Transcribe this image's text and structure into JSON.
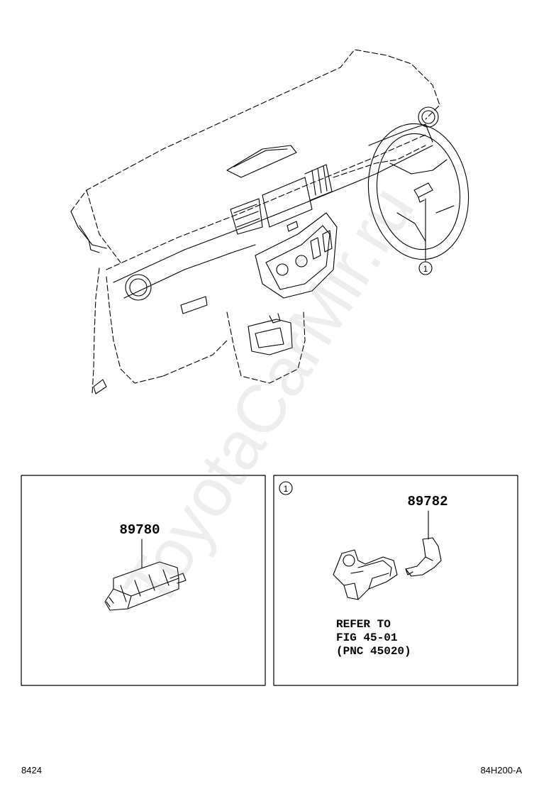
{
  "callouts": {
    "ref_1_main": "1",
    "ref_1_box": "1"
  },
  "left_box": {
    "part_number": "89780"
  },
  "right_box": {
    "part_number": "89782",
    "note_line_1": "REFER TO",
    "note_line_2": "FIG 45-01",
    "note_line_3": "(PNC 45020)"
  },
  "footer": {
    "page_number": "8424",
    "drawing_code": "84H200-A"
  },
  "watermark": {
    "text": "ToyotaCarMir.ru"
  },
  "colors": {
    "line": "#000000",
    "background": "#ffffff",
    "watermark": "#969696"
  }
}
